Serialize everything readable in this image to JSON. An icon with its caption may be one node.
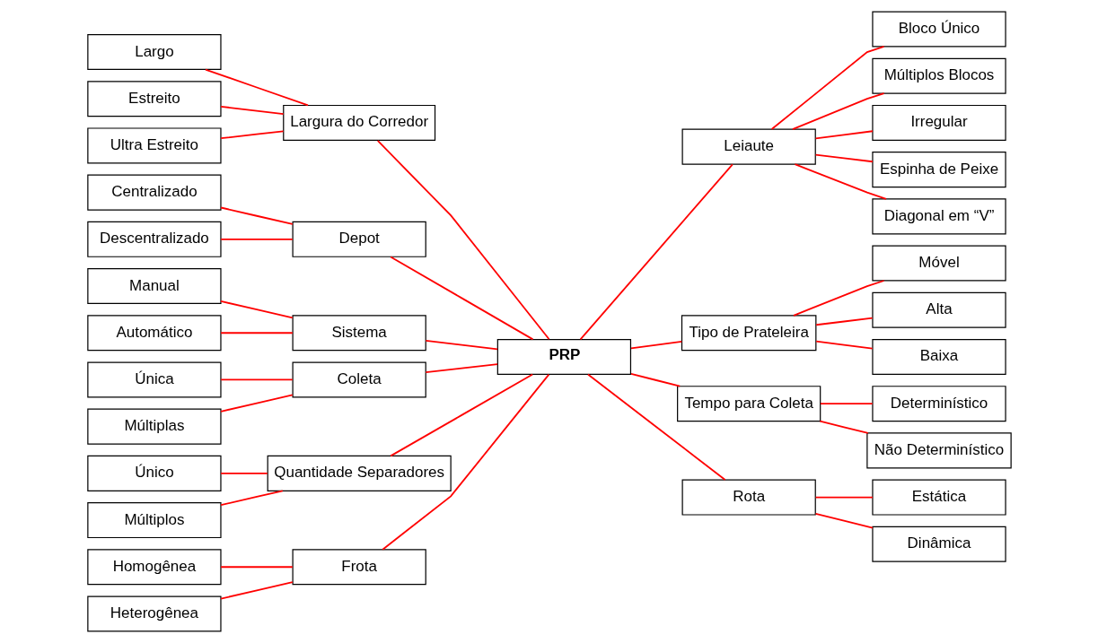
{
  "diagram": {
    "nodes": [
      {
        "text": [
          "PRP"
        ]
      },
      {
        "text": [
          "Largura do Corredor"
        ]
      },
      {
        "text": [
          "Largo"
        ]
      },
      {
        "text": [
          "Estreito"
        ]
      },
      {
        "text": [
          "Ultra Estreito"
        ]
      },
      {
        "text": [
          "Depot"
        ]
      },
      {
        "text": [
          "Centralizado"
        ]
      },
      {
        "text": [
          "Descentralizado"
        ]
      },
      {
        "text": [
          "Sistema"
        ]
      },
      {
        "text": [
          "Manual"
        ]
      },
      {
        "text": [
          "Automático"
        ]
      },
      {
        "text": [
          "Coleta"
        ]
      },
      {
        "text": [
          "Única"
        ]
      },
      {
        "text": [
          "Múltiplas"
        ]
      },
      {
        "text": [
          "Quantidade Separadores"
        ]
      },
      {
        "text": [
          "Único"
        ]
      },
      {
        "text": [
          "Múltiplos"
        ]
      },
      {
        "text": [
          "Frota"
        ]
      },
      {
        "text": [
          "Homogênea"
        ]
      },
      {
        "text": [
          "Heterogênea"
        ]
      },
      {
        "text": [
          "Leiaute"
        ]
      },
      {
        "text": [
          "Bloco Único"
        ]
      },
      {
        "text": [
          "Múltiplos Blocos"
        ]
      },
      {
        "text": [
          "Irregular"
        ]
      },
      {
        "text": [
          "Espinha de Peixe"
        ]
      },
      {
        "text": [
          "Diagonal em “V”"
        ]
      },
      {
        "text": [
          "Tipo de Prateleira"
        ]
      },
      {
        "text": [
          "Móvel"
        ]
      },
      {
        "text": [
          "Alta"
        ]
      },
      {
        "text": [
          "Baixa"
        ]
      },
      {
        "text": [
          "Tempo para Coleta"
        ]
      },
      {
        "text": [
          "Determinístico"
        ]
      },
      {
        "text": [
          "Não Determinístico"
        ]
      },
      {
        "text": [
          "Rota"
        ]
      },
      {
        "text": [
          "Estática"
        ]
      },
      {
        "text": [
          "Dinâmica"
        ]
      }
    ],
    "edges": [
      {
        "from": 1,
        "to": 0,
        "arrow": "none"
      },
      {
        "from": 2,
        "to": 1,
        "arrow": "none"
      },
      {
        "from": 3,
        "to": 1,
        "arrow": "none"
      },
      {
        "from": 4,
        "to": 1,
        "arrow": "none"
      },
      {
        "from": 5,
        "to": 0,
        "arrow": "none"
      },
      {
        "from": 6,
        "to": 5,
        "arrow": "none"
      },
      {
        "from": 7,
        "to": 5,
        "arrow": "none"
      },
      {
        "from": 8,
        "to": 0,
        "arrow": "none"
      },
      {
        "from": 9,
        "to": 8,
        "arrow": "none"
      },
      {
        "from": 10,
        "to": 8,
        "arrow": "none"
      },
      {
        "from": 11,
        "to": 0,
        "arrow": "none"
      },
      {
        "from": 12,
        "to": 11,
        "arrow": "none"
      },
      {
        "from": 13,
        "to": 11,
        "arrow": "none"
      },
      {
        "from": 14,
        "to": 0,
        "arrow": "none"
      },
      {
        "from": 15,
        "to": 14,
        "arrow": "none"
      },
      {
        "from": 16,
        "to": 14,
        "arrow": "none"
      },
      {
        "from": 17,
        "to": 0,
        "arrow": "none"
      },
      {
        "from": 18,
        "to": 17,
        "arrow": "none"
      },
      {
        "from": 19,
        "to": 17,
        "arrow": "none"
      },
      {
        "from": 0,
        "to": 20,
        "arrow": "none"
      },
      {
        "from": 20,
        "to": 21,
        "arrow": "none"
      },
      {
        "from": 20,
        "to": 22,
        "arrow": "none"
      },
      {
        "from": 20,
        "to": 23,
        "arrow": "none"
      },
      {
        "from": 20,
        "to": 24,
        "arrow": "none"
      },
      {
        "from": 20,
        "to": 25,
        "arrow": "none"
      },
      {
        "from": 0,
        "to": 26,
        "arrow": "none"
      },
      {
        "from": 26,
        "to": 27,
        "arrow": "none"
      },
      {
        "from": 26,
        "to": 28,
        "arrow": "none"
      },
      {
        "from": 26,
        "to": 29,
        "arrow": "none"
      },
      {
        "from": 0,
        "to": 30,
        "arrow": "none"
      },
      {
        "from": 30,
        "to": 31,
        "arrow": "none"
      },
      {
        "from": 30,
        "to": 32,
        "arrow": "none"
      },
      {
        "from": 0,
        "to": 33,
        "arrow": "none"
      },
      {
        "from": 33,
        "to": 34,
        "arrow": "none"
      },
      {
        "from": 33,
        "to": 35,
        "arrow": "none"
      }
    ]
  }
}
